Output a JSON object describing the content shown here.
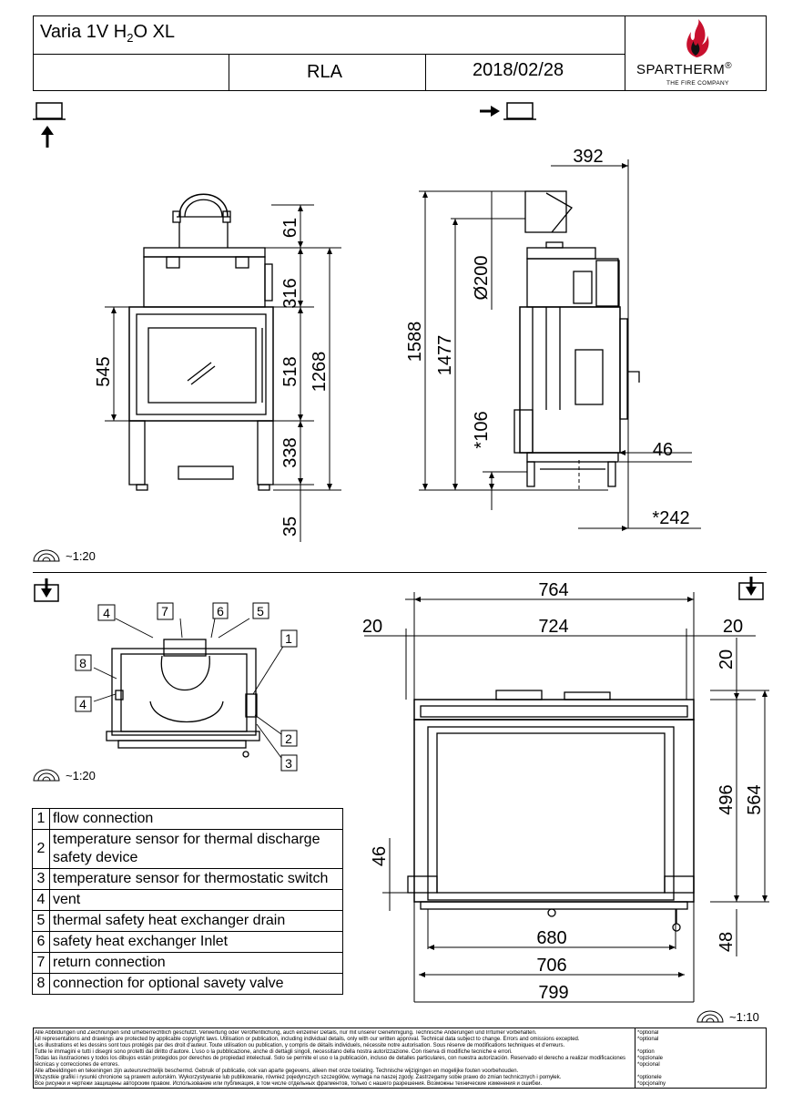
{
  "title_block": {
    "model": "Varia 1V H",
    "model_sub": "2",
    "model_suffix": "O XL",
    "code": "RLA",
    "date": "2018/02/28",
    "brand": "SPARTHERM",
    "brand_mark": "®",
    "brand_tagline": "THE FIRE COMPANY"
  },
  "front_view": {
    "dims": [
      "61",
      "316",
      "518",
      "1268",
      "545",
      "338",
      "35"
    ]
  },
  "side_view": {
    "dims": [
      "392",
      "1588",
      "1477",
      "Ø200",
      "*106",
      "46",
      "*242"
    ]
  },
  "top_view": {
    "dims": [
      "764",
      "20",
      "724",
      "20",
      "20",
      "496",
      "564",
      "46",
      "680",
      "706",
      "799",
      "48"
    ]
  },
  "callouts": [
    "4",
    "7",
    "6",
    "5",
    "1",
    "8",
    "4",
    "2",
    "3"
  ],
  "scales": [
    "~1:20",
    "~1:20",
    "~1:10"
  ],
  "legend": [
    {
      "num": "1",
      "text": "flow connection"
    },
    {
      "num": "2",
      "text": "temperature sensor for thermal discharge safety device"
    },
    {
      "num": "3",
      "text": "temperature sensor for thermostatic switch"
    },
    {
      "num": "4",
      "text": "vent"
    },
    {
      "num": "5",
      "text": "thermal safety heat exchanger drain"
    },
    {
      "num": "6",
      "text": "safety heat exchanger Inlet"
    },
    {
      "num": "7",
      "text": "return connection"
    },
    {
      "num": "8",
      "text": "connection for optional savety valve"
    }
  ],
  "footer": {
    "legal": [
      "Alle Abbildungen und Zeichnungen sind urheberrechtlich geschützt. Verwertung oder Veröffentlichung, auch einzelner Details, nur mit unserer Genehmigung. Technische Änderungen und Irrtümer vorbehalten.",
      "All representations and drawings are protected by applicable copyright laws. Utilisation or publication, including individual details, only with our written approval. Technical data subject to change. Errors and omissions excepted.",
      "Les illustrations et les dessins sont tous protégés par des droit d'auteur. Toute utilisation ou publication, y compris de détails individuels, nécessite notre autorisation. Sous réserve de modifications techniques et d'erreurs.",
      "Tutte le immagini e tutti i disegni sono protetti dal diritto d'autore. L'uso o la pubblicazione, anche di dettagli singoli, necessitano della nostra autorizzazione. Con riserva di modifiche tecniche e errori.",
      "Todas las ilustraciones y todos los dibujos están protegidos por derechos de propiedad intelectual. Solo se permite el uso o la publicación, incluso de detalles particulares, con nuestra autorización. Reservado el derecho a realizar modificaciones técnicas y correcciones de errores.",
      "Alle afbeeldingen en tekeningen zijn auteursrechtelijk beschermd. Gebruik of publicatie, ook van aparte gegevens, alleen met onze toelating. Technische wijzigingen en mogelijke fouten voorbehouden.",
      "Wszystkie grafiki i rysunki chronione są prawem autorskim. Wykorzystywanie lub publikowanie, również pojedynczych szczegółów, wymaga na naszej zgody. Zastrzegamy sobie prawo do zmian technicznych i pomyłek.",
      "Все рисунки и чертежи защищены авторским правом. Использование или публикация, в том числе отдельных фрагментов, только с нашего разрешения. Возможны технические изменения и ошибки."
    ],
    "options": [
      "*optional",
      "*optional",
      "",
      "*option",
      "*opzionale",
      "*opcional",
      "",
      "*optionele",
      "*opcjonalny",
      "*опционально"
    ]
  }
}
